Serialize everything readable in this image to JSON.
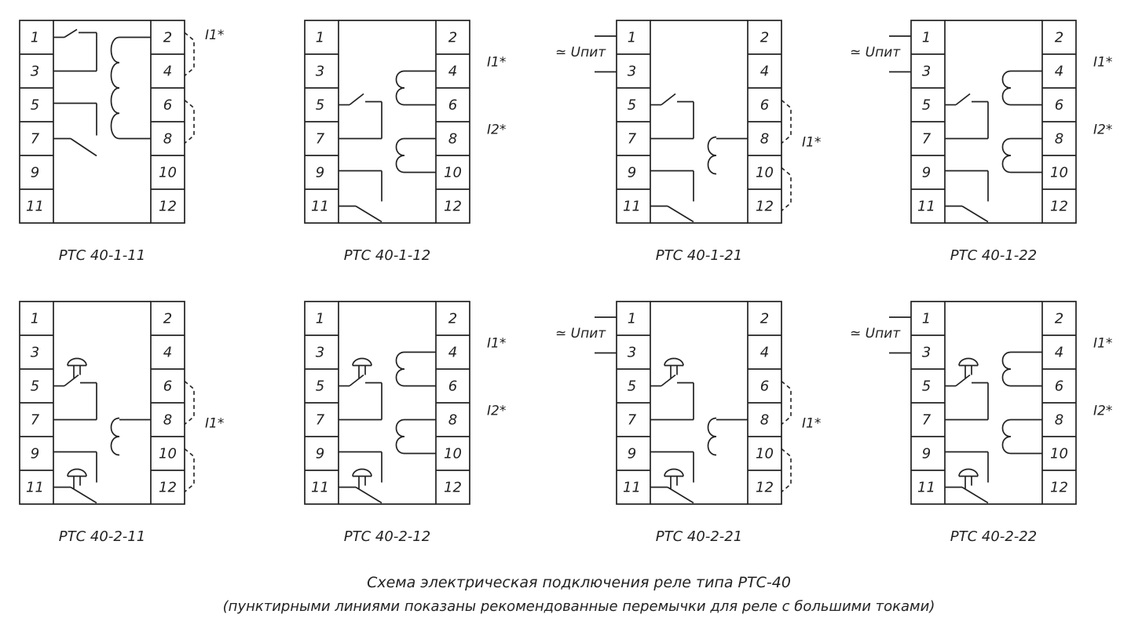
{
  "terminals_left": [
    "1",
    "3",
    "5",
    "7",
    "9",
    "11"
  ],
  "terminals_right": [
    "2",
    "4",
    "6",
    "8",
    "10",
    "12"
  ],
  "relays": [
    {
      "label": "РТС 40-1-11",
      "supply": "",
      "side": [
        "I1*"
      ],
      "coils": 1,
      "contacts": "plain",
      "jumpers": [
        [
          0,
          1
        ],
        [
          2,
          3
        ]
      ]
    },
    {
      "label": "РТС 40-1-12",
      "supply": "",
      "side": [
        "I1*",
        "I2*"
      ],
      "coils": 2,
      "contacts": "plain",
      "jumpers": []
    },
    {
      "label": "РТС 40-1-21",
      "supply": "≃ Uпит",
      "side": [
        "I1*"
      ],
      "coils": 1,
      "contacts": "plain",
      "jumpers": [
        [
          2,
          3
        ],
        [
          4,
          5
        ]
      ]
    },
    {
      "label": "РТС 40-1-22",
      "supply": "≃ Uпит",
      "side": [
        "I1*",
        "I2*"
      ],
      "coils": 2,
      "contacts": "plain",
      "jumpers": []
    },
    {
      "label": "РТС 40-2-11",
      "supply": "",
      "side": [
        "I1*"
      ],
      "coils": 1,
      "contacts": "timed",
      "jumpers": [
        [
          2,
          3
        ],
        [
          4,
          5
        ]
      ]
    },
    {
      "label": "РТС 40-2-12",
      "supply": "",
      "side": [
        "I1*",
        "I2*"
      ],
      "coils": 2,
      "contacts": "timed",
      "jumpers": []
    },
    {
      "label": "РТС 40-2-21",
      "supply": "≃ Uпит",
      "side": [
        "I1*"
      ],
      "coils": 1,
      "contacts": "timed",
      "jumpers": [
        [
          2,
          3
        ],
        [
          4,
          5
        ]
      ]
    },
    {
      "label": "РТС 40-2-22",
      "supply": "≃ Uпит",
      "side": [
        "I1*",
        "I2*"
      ],
      "coils": 2,
      "contacts": "timed",
      "jumpers": []
    }
  ],
  "caption": {
    "line1": "Схема электрическая подключения реле типа РТС-40",
    "line2": "(пунктирными линиями показаны рекомендованные перемычки для реле с большими токами)"
  },
  "colors": {
    "ink": "#222222",
    "background": "#ffffff"
  }
}
